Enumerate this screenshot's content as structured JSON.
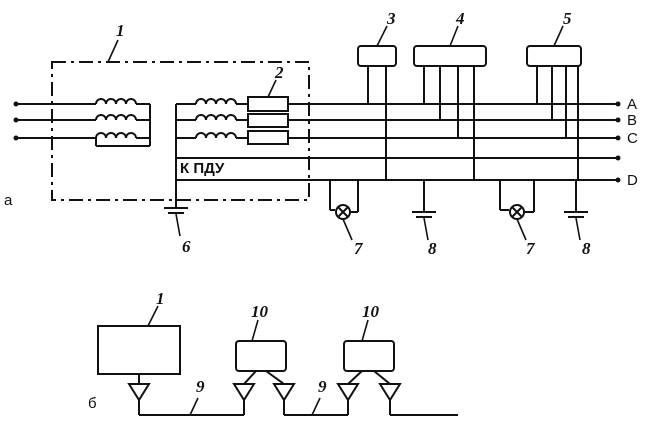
{
  "diagram_a": {
    "sub_label": "а",
    "bus_labels": [
      "A",
      "B",
      "C",
      "",
      "D"
    ],
    "kpdu_label": "К ПДУ",
    "callouts": {
      "n1": "1",
      "n2": "2",
      "n3": "3",
      "n4": "4",
      "n5": "5",
      "n6": "6",
      "n7a": "7",
      "n7b": "7",
      "n8a": "8",
      "n8b": "8"
    }
  },
  "diagram_b": {
    "sub_label": "б",
    "callouts": {
      "n1": "1",
      "n9a": "9",
      "n9b": "9",
      "n10a": "10",
      "n10b": "10"
    }
  },
  "colors": {
    "ink": "#111111",
    "paper": "#ffffff"
  }
}
